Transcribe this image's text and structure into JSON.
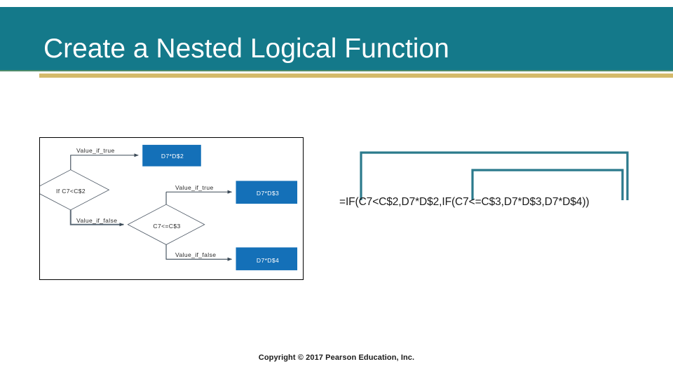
{
  "slide": {
    "title": "Create a Nested Logical Function",
    "accent_teal": "#14798A",
    "accent_gold": "#D4BA6A",
    "box_blue": "#1470B8",
    "bracket_teal": "#2B7A8C"
  },
  "diagram": {
    "name": "nested-if-flowchart",
    "decisions": [
      {
        "id": "d1",
        "label": "If C7<C$2"
      },
      {
        "id": "d2",
        "label": "C7<=C$3"
      }
    ],
    "results": [
      {
        "id": "r1",
        "label": "D7*D$2"
      },
      {
        "id": "r2",
        "label": "D7*D$3"
      },
      {
        "id": "r3",
        "label": "D7*D$4"
      }
    ],
    "edges": [
      {
        "id": "e1",
        "label": "Value_if_true"
      },
      {
        "id": "e2",
        "label": "Value_if_false"
      },
      {
        "id": "e3",
        "label": "Value_if_true"
      },
      {
        "id": "e4",
        "label": "Value_if_false"
      }
    ]
  },
  "formula": {
    "text": "=IF(C7<C$2,D7*D$2,IF(C7<=C$3,D7*D$3,D7*D$4))",
    "outer_bracket_name": "outer-if-bracket",
    "inner_bracket_name": "inner-if-bracket"
  },
  "footer": {
    "copyright": "Copyright © 2017 Pearson Education, Inc."
  }
}
